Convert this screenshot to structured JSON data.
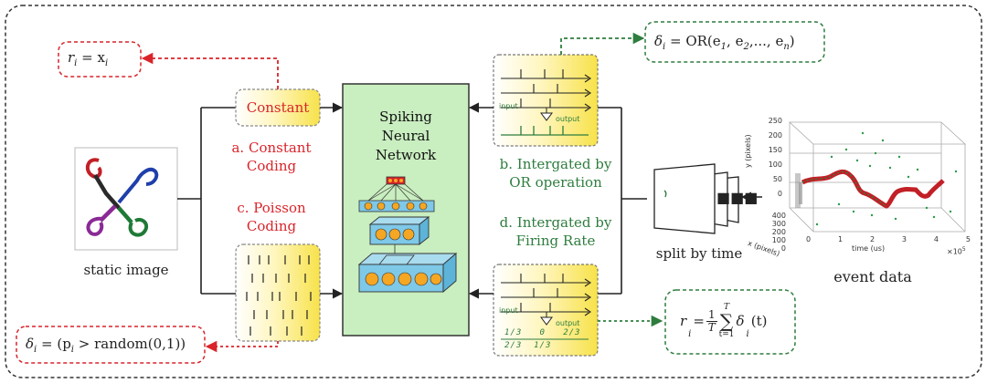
{
  "formulas": {
    "constant_rate": {
      "lhs": "r",
      "sub": "i",
      "eq": " = x",
      "sub2": "i"
    },
    "or_spike": {
      "lhs": "δ",
      "sub": "i",
      "eq": " = OR(e",
      "s1": "1",
      "c1": ", e",
      "s2": "2",
      "c2": ",..., e",
      "s3": "n",
      "end": ")"
    },
    "poisson_spike": {
      "lhs": "δ",
      "sub": "i",
      "eq": " = (p",
      "sub2": "i",
      "end": " > random(0,1))"
    },
    "firing_rate": {
      "lhs": "r",
      "sub": "i",
      "eq": " = ",
      "frac_num": "1",
      "frac_den": "T",
      "sum_top": "T",
      "sum_bottom": "t=1",
      "rest": "δ",
      "rest_sub": "i",
      "rest_end": "(t)"
    }
  },
  "labels": {
    "constant_box": "Constant",
    "constant_coding_1": "a. Constant",
    "constant_coding_2": "Coding",
    "poisson_coding_1": "c. Poisson",
    "poisson_coding_2": "Coding",
    "static_image": "static image",
    "snn_1": "Spiking",
    "snn_2": "Neural",
    "snn_3": "Network",
    "or_1": "b. Intergated by",
    "or_2": "OR operation",
    "rate_1": "d. Intergated by",
    "rate_2": "Firing Rate",
    "split": "split  by time",
    "event_data": "event data",
    "input_top": "input",
    "output_top": "output",
    "input_bottom": "input",
    "output_bottom": "output",
    "rate_row1": [
      "1/3",
      "0",
      "2/3"
    ],
    "rate_row2": [
      "2/3",
      "1/3"
    ]
  },
  "plot": {
    "y_axis_label": "y (pixels)",
    "x_axis_label": "x (pixels)",
    "time_axis_label": "time (us)",
    "time_exponent": "×10",
    "time_exponent_power": "5",
    "y_ticks": [
      "250",
      "200",
      "150",
      "100",
      "50",
      "0"
    ],
    "x_ticks": [
      "400",
      "300",
      "200",
      "100",
      "0"
    ],
    "time_ticks": [
      "0",
      "1",
      "2",
      "3",
      "4",
      "5"
    ]
  },
  "colors": {
    "red": "#d9242a",
    "green": "#2e7d3e",
    "snn_fill": "#c9eec0",
    "yellow": "#f7e24a",
    "module_blue": "#7ec8e8",
    "neuron_orange": "#f5a623"
  }
}
